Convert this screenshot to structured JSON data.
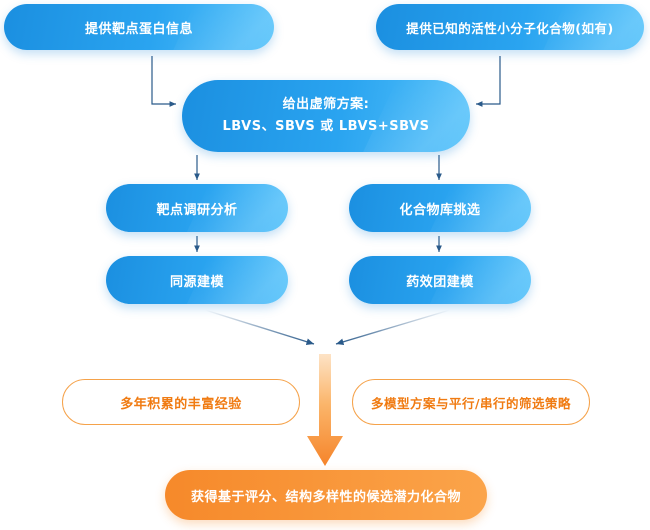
{
  "nodes": {
    "target_info": "提供靶点蛋白信息",
    "ligand_info": "提供已知的活性小分子化合物(如有)",
    "screening_line1": "给出虚筛方案:",
    "screening_line2": "LBVS、SBVS 或 LBVS+SBVS",
    "target_analysis": "靶点调研分析",
    "library_selection": "化合物库挑选",
    "homology_modeling": "同源建模",
    "pharmacophore_modeling": "药效团建模",
    "experience": "多年积累的丰富经验",
    "strategy": "多模型方案与平行/串行的筛选策略",
    "result": "获得基于评分、结构多样性的候选潜力化合物"
  },
  "colors": {
    "blue_dark": "#1b8fe0",
    "blue_light": "#56c3fb",
    "arrow_blue": "#2a5a8a",
    "orange": "#f5892a",
    "orange_text": "#f07b12"
  }
}
